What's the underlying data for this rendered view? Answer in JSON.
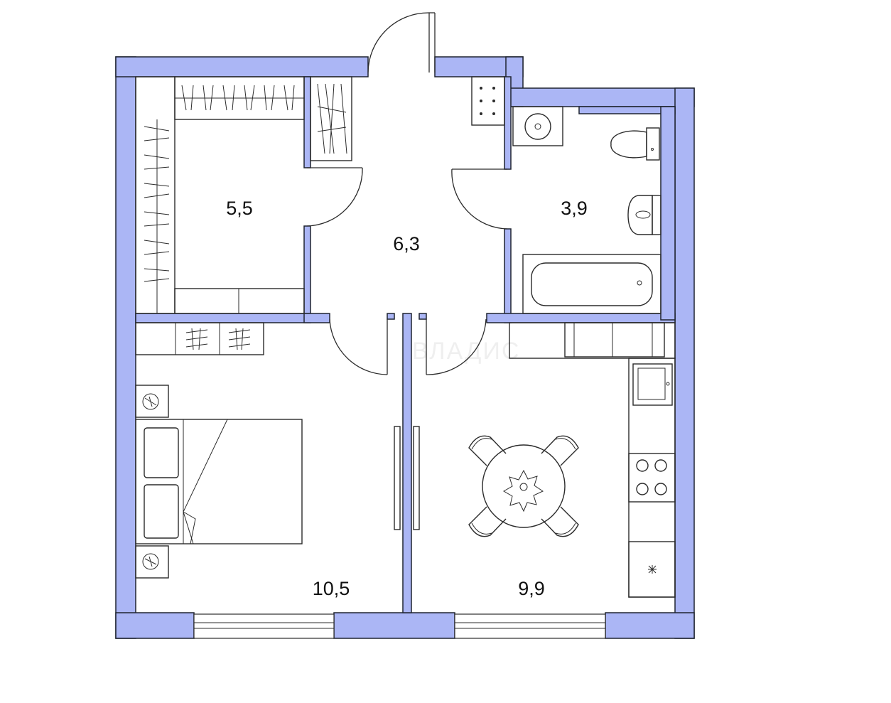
{
  "watermark": "ВЛАДИС",
  "rooms": {
    "storage": {
      "area": "5,5"
    },
    "hall": {
      "area": "6,3"
    },
    "bathroom": {
      "area": "3,9"
    },
    "bedroom": {
      "area": "10,5"
    },
    "kitchen": {
      "area": "9,9"
    }
  },
  "colors": {
    "wall_fill": "#abb6f5",
    "wall_stroke": "#1f2430",
    "line": "#2b2b2b",
    "background": "#ffffff"
  },
  "icons": [
    "wardrobe-icon",
    "bed-icon",
    "nightstand-icon",
    "dining-table-icon",
    "chair-icon",
    "stove-icon",
    "sink-icon",
    "toilet-icon",
    "bathtub-icon",
    "washbasin-icon",
    "fridge-icon",
    "washing-machine-icon",
    "door-swing-icon",
    "window-icon",
    "electric-panel-icon"
  ]
}
